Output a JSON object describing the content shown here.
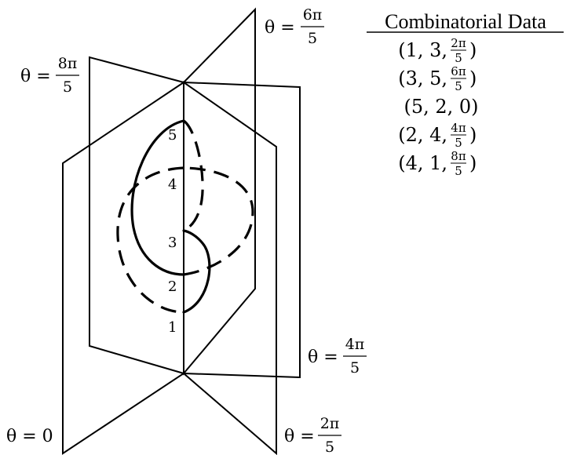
{
  "page_labels": {
    "p0": {
      "lhs": "θ = 0"
    },
    "p1": {
      "lhs": "θ =",
      "num": "2π",
      "den": "5"
    },
    "p2": {
      "lhs": "θ =",
      "num": "4π",
      "den": "5"
    },
    "p3": {
      "lhs": "θ =",
      "num": "6π",
      "den": "5"
    },
    "p4": {
      "lhs": "θ =",
      "num": "8π",
      "den": "5"
    }
  },
  "binding_points": [
    "1",
    "2",
    "3",
    "4",
    "5"
  ],
  "combinatorial": {
    "title": "Combinatorial Data",
    "rows": [
      {
        "pre": "(1, 3, ",
        "num": "2π",
        "den": "5",
        "post": ")"
      },
      {
        "pre": "(3, 5, ",
        "num": "6π",
        "den": "5",
        "post": ")"
      },
      {
        "pre": "(5, 2, 0)",
        "num": "",
        "den": "",
        "post": ""
      },
      {
        "pre": "(2, 4, ",
        "num": "4π",
        "den": "5",
        "post": ")"
      },
      {
        "pre": "(4, 1, ",
        "num": "8π",
        "den": "5",
        "post": ")"
      }
    ]
  },
  "colors": {
    "ink": "#000000",
    "background": "#ffffff"
  }
}
